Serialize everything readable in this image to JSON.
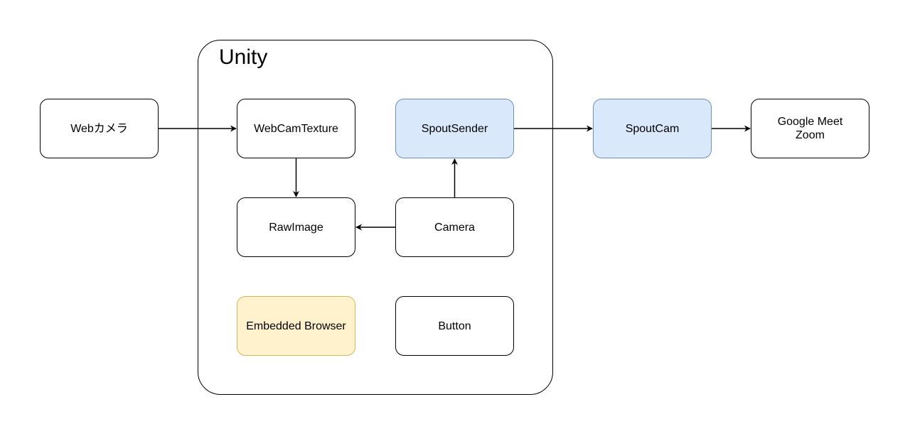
{
  "container": {
    "title": "Unity"
  },
  "nodes": {
    "webcam": {
      "label": "Webカメラ"
    },
    "webcam_texture": {
      "label": "WebCamTexture"
    },
    "spout_sender": {
      "label": "SpoutSender",
      "color": "#dae8fc",
      "border": "#6c8ebf"
    },
    "spout_cam": {
      "label": "SpoutCam",
      "color": "#dae8fc",
      "border": "#6c8ebf"
    },
    "meet_zoom": {
      "label": "Google Meet\nZoom"
    },
    "raw_image": {
      "label": "RawImage"
    },
    "camera": {
      "label": "Camera"
    },
    "embedded_browser": {
      "label": "Embedded Browser",
      "color": "#fff2cc",
      "border": "#d6b656"
    },
    "button": {
      "label": "Button"
    }
  },
  "edges": [
    {
      "from": "webcam",
      "to": "webcam_texture"
    },
    {
      "from": "webcam_texture",
      "to": "raw_image"
    },
    {
      "from": "camera",
      "to": "raw_image"
    },
    {
      "from": "camera",
      "to": "spout_sender"
    },
    {
      "from": "spout_sender",
      "to": "spout_cam"
    },
    {
      "from": "spout_cam",
      "to": "meet_zoom"
    }
  ]
}
